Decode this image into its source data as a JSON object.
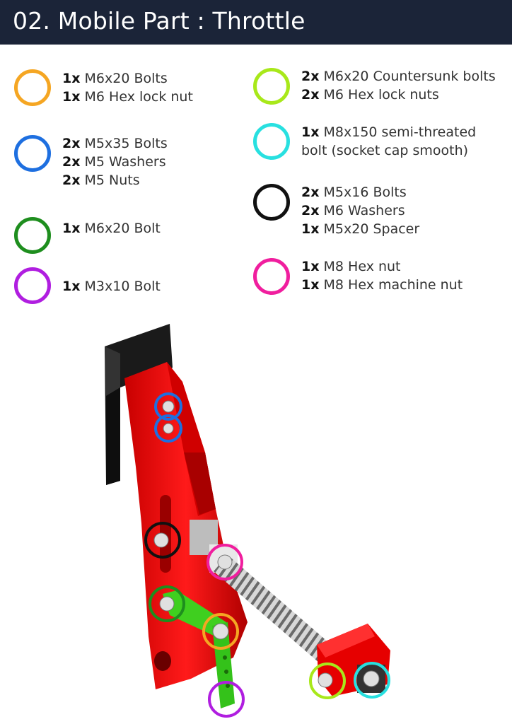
{
  "header": {
    "title": "02. Mobile Part : Throttle",
    "background": "#1b2438"
  },
  "legend_left": [
    {
      "color": "#f5a623",
      "lines": [
        {
          "qty": "1x",
          "text": " M6x20 Bolts"
        },
        {
          "qty": "1x",
          "text": " M6 Hex lock nut"
        }
      ]
    },
    {
      "color": "#1e6fe0",
      "lines": [
        {
          "qty": "2x",
          "text": " M5x35 Bolts"
        },
        {
          "qty": "2x",
          "text": " M5 Washers"
        },
        {
          "qty": "2x",
          "text": " M5 Nuts"
        }
      ]
    },
    {
      "color": "#1e8e1e",
      "lines": [
        {
          "qty": "1x",
          "text": " M6x20 Bolt"
        }
      ]
    },
    {
      "color": "#b01ee0",
      "lines": [
        {
          "qty": "1x",
          "text": " M3x10 Bolt"
        }
      ]
    }
  ],
  "legend_right": [
    {
      "color": "#a8e81a",
      "lines": [
        {
          "qty": "2x",
          "text": " M6x20 Countersunk bolts"
        },
        {
          "qty": "2x",
          "text": " M6 Hex lock nuts"
        }
      ]
    },
    {
      "color": "#28e0e0",
      "lines": [
        {
          "qty": "1x",
          "text": " M8x150 semi-threated"
        },
        {
          "qty": "",
          "text": "bolt (socket cap smooth)"
        }
      ]
    },
    {
      "color": "#111111",
      "lines": [
        {
          "qty": "2x",
          "text": " M5x16 Bolts"
        },
        {
          "qty": "2x",
          "text": " M6 Washers"
        },
        {
          "qty": "1x",
          "text": " M5x20 Spacer"
        }
      ]
    },
    {
      "color": "#f01e9e",
      "lines": [
        {
          "qty": "1x",
          "text": " M8 Hex nut"
        },
        {
          "qty": "1x",
          "text": " M8 Hex machine nut"
        }
      ]
    }
  ]
}
